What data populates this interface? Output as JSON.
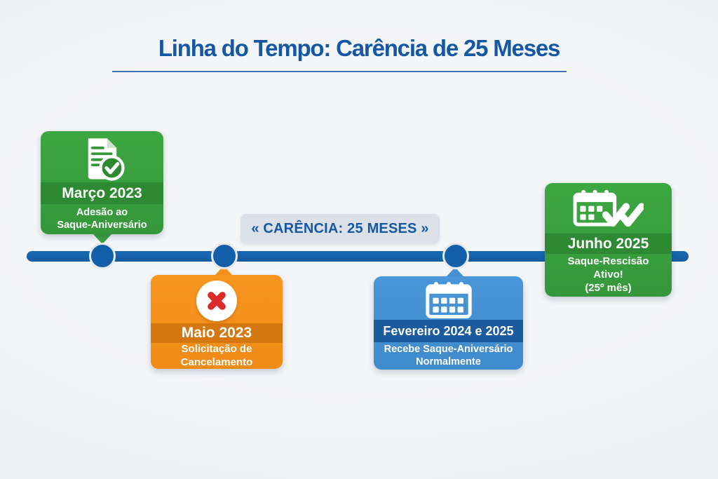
{
  "title": "Linha do Tempo: Carência de 25 Meses",
  "carencia_badge": "« CARÊNCIA: 25 MESES »",
  "events": [
    {
      "date": "Março 2023",
      "description_lines": [
        "Adesão ao",
        "Saque-Aniversário"
      ],
      "icon": "document-check",
      "color": "#3aa23e"
    },
    {
      "date": "Maio 2023",
      "description_lines": [
        "Solicitação de",
        "Cancelamento"
      ],
      "icon": "cancel-x",
      "color": "#f5911e"
    },
    {
      "date": "Fevereiro 2024 e 2025",
      "description_lines": [
        "Recebe Saque-Aniversário",
        "Normalmente"
      ],
      "icon": "calendar",
      "color": "#4792d3"
    },
    {
      "date": "Junho 2025",
      "description_lines": [
        "Saque-Rescisão",
        "Ativo!",
        "(25º mês)"
      ],
      "icon": "calendar-double-check",
      "color": "#3aa23e"
    }
  ],
  "colors": {
    "title_blue": "#1457a4",
    "timeline_blue": "#1563ac",
    "green": "#3aa23e",
    "green_dark": "#2d8a33",
    "orange": "#f5911e",
    "orange_dark": "#d4770e",
    "blue": "#4792d3",
    "blue_dark": "#1b5b9e",
    "badge_background": "#dce1e8",
    "cancel_red": "#dd2a2a",
    "background": "#eef0f2"
  }
}
